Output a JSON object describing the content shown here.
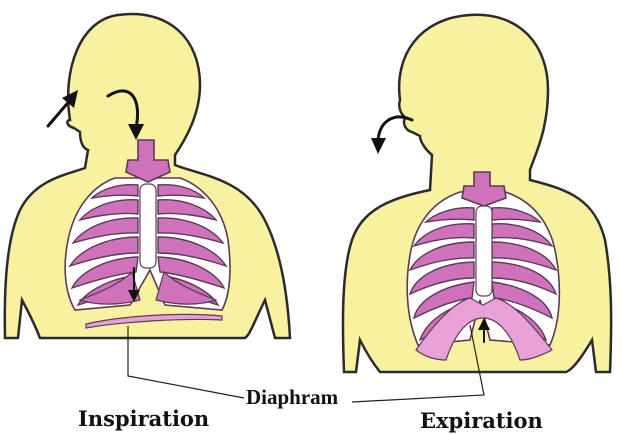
{
  "labels": {
    "left_caption": "Inspiration",
    "right_caption": "Expiration",
    "diaphragm": "Diaphram"
  },
  "colors": {
    "skin": "#f8f1a0",
    "rib_pink": "#cf72bb",
    "outline": "#2b2b2b",
    "cage_white": "#ffffff"
  }
}
